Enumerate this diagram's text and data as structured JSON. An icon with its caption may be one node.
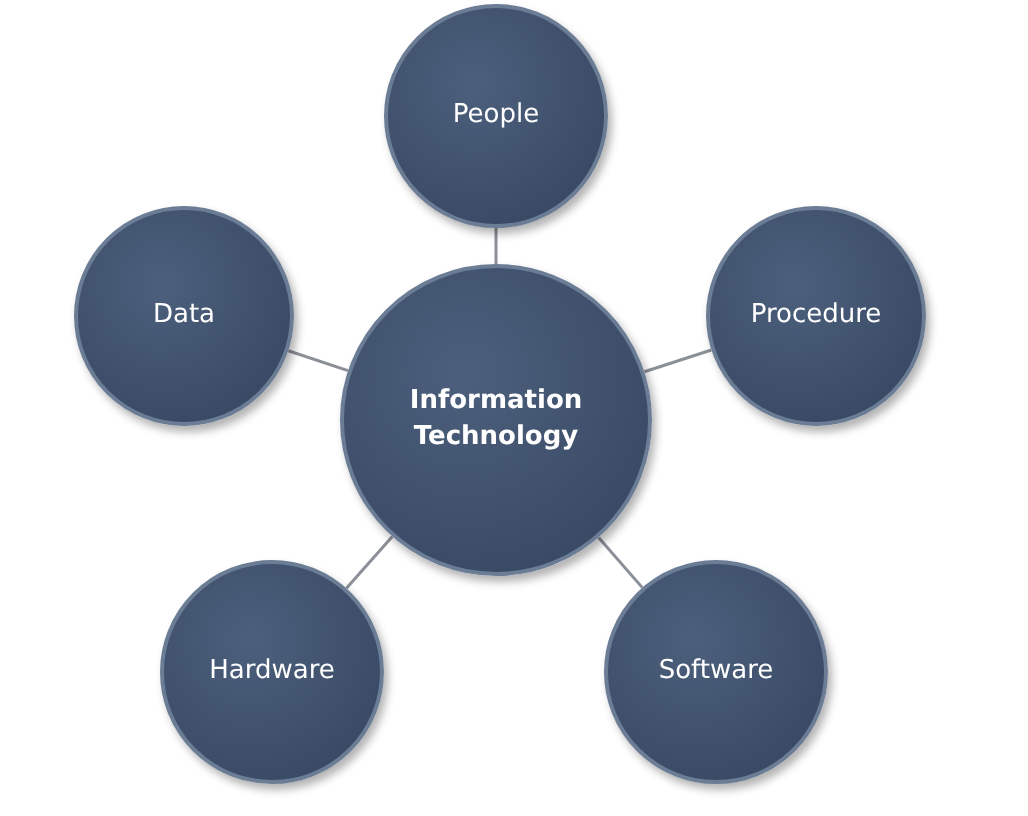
{
  "diagram": {
    "nodes": [
      {
        "text": [
          "Information Technology"
        ]
      },
      {
        "text": [
          "People"
        ]
      },
      {
        "text": [
          "Data"
        ]
      },
      {
        "text": [
          "Procedure"
        ]
      },
      {
        "text": [
          "Hardware"
        ]
      },
      {
        "text": [
          "Software"
        ]
      }
    ],
    "edges": [
      {
        "from": 0,
        "to": 1,
        "arrow": "none"
      },
      {
        "from": 0,
        "to": 2,
        "arrow": "none"
      },
      {
        "from": 0,
        "to": 3,
        "arrow": "none"
      },
      {
        "from": 0,
        "to": 4,
        "arrow": "none"
      },
      {
        "from": 0,
        "to": 5,
        "arrow": "none"
      }
    ]
  }
}
